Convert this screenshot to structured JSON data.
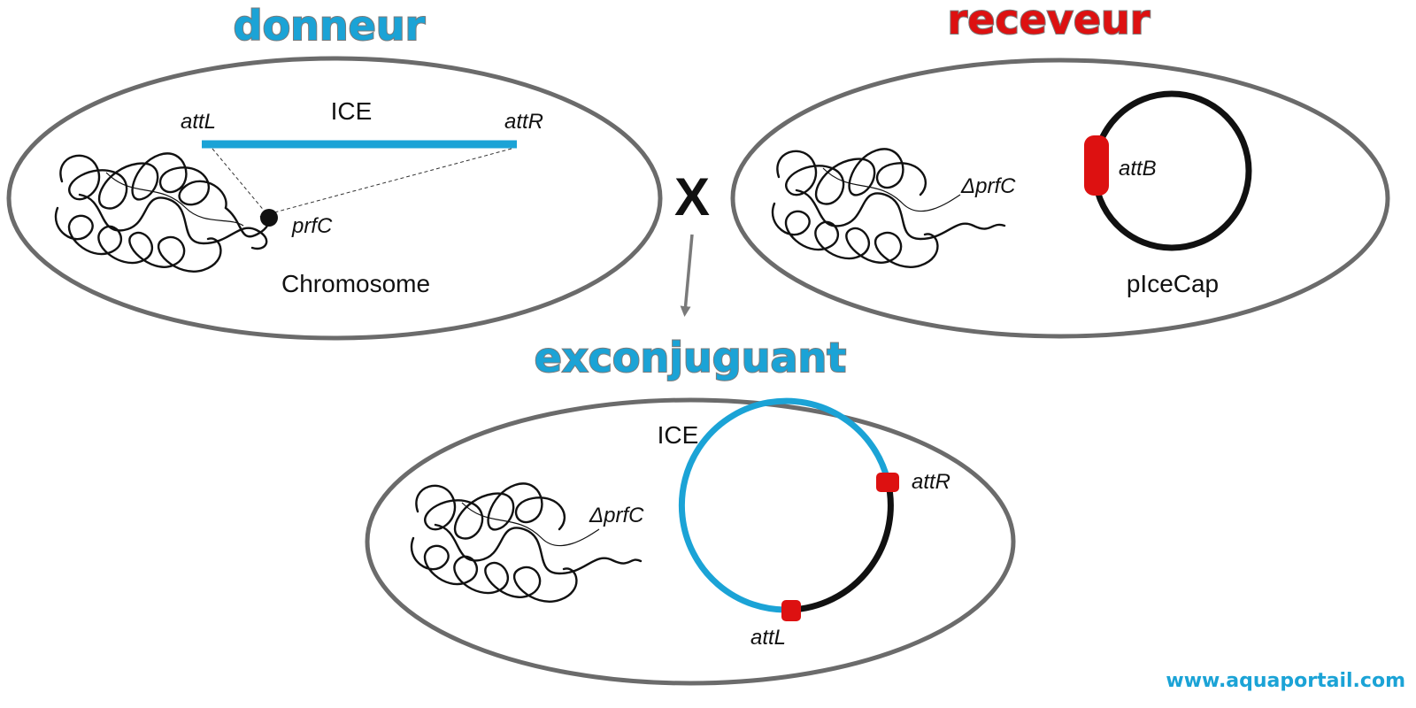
{
  "titles": {
    "donor": "donneur",
    "recipient": "receveur",
    "exconjugant": "exconjuguant"
  },
  "donor_cell": {
    "ice_label": "ICE",
    "att_left": "attL",
    "att_right": "attR",
    "gene": "prfC",
    "chromosome": "Chromosome"
  },
  "cross_symbol": "X",
  "recipient_cell": {
    "delta_gene": "ΔprfC",
    "att_site": "attB",
    "plasmid": "pIceCap"
  },
  "exconjugant_cell": {
    "ice_label": "ICE",
    "att_right": "attR",
    "att_left": "attL",
    "delta_gene": "ΔprfC"
  },
  "watermark": "www.aquaportail.com",
  "colors": {
    "ice_blue": "#1ba3d6",
    "att_red": "#dd1111",
    "cell_outline": "#6b6b6b",
    "arrow_gray": "#7a7a7a"
  }
}
